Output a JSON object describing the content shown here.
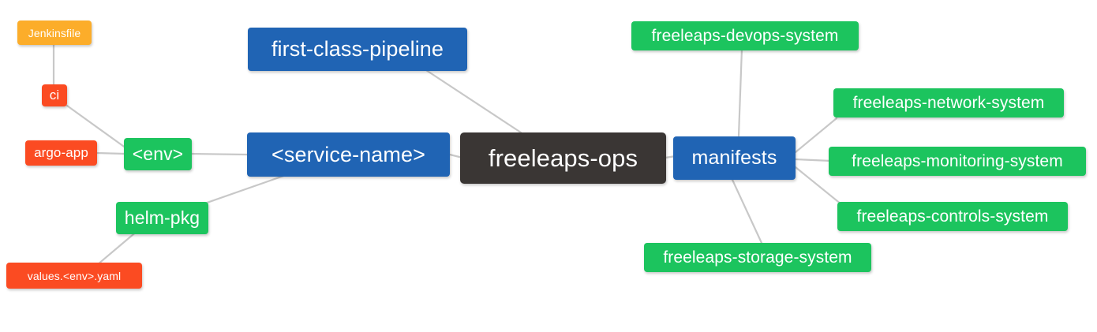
{
  "diagram": {
    "type": "mind-map",
    "title": "freeleaps-ops",
    "background": "#ffffff",
    "edge_color": "#c8c8c8",
    "palette": {
      "root": "#3a3634",
      "blue": "#2064b4",
      "green": "#1cc45e",
      "red": "#fb4b22",
      "orange": "#fcad2a"
    }
  },
  "nodes": {
    "root": {
      "label": "freeleaps-ops",
      "color": "#3a3634"
    },
    "first_class_pipeline": {
      "label": "first-class-pipeline",
      "color": "#2064b4"
    },
    "service_name": {
      "label": "<service-name>",
      "color": "#2064b4"
    },
    "manifests": {
      "label": "manifests",
      "color": "#2064b4"
    },
    "env": {
      "label": "<env>",
      "color": "#1cc45e"
    },
    "helm_pkg": {
      "label": "helm-pkg",
      "color": "#1cc45e"
    },
    "jenkinsfile": {
      "label": "Jenkinsfile",
      "color": "#fcad2a"
    },
    "ci": {
      "label": "ci",
      "color": "#fb4b22"
    },
    "argo_app": {
      "label": "argo-app",
      "color": "#fb4b22"
    },
    "values_yaml": {
      "label": "values.<env>.yaml",
      "color": "#fb4b22"
    },
    "devops_system": {
      "label": "freeleaps-devops-system",
      "color": "#1cc45e"
    },
    "network_system": {
      "label": "freeleaps-network-system",
      "color": "#1cc45e"
    },
    "monitoring_system": {
      "label": "freeleaps-monitoring-system",
      "color": "#1cc45e"
    },
    "controls_system": {
      "label": "freeleaps-controls-system",
      "color": "#1cc45e"
    },
    "storage_system": {
      "label": "freeleaps-storage-system",
      "color": "#1cc45e"
    }
  },
  "edges": [
    {
      "from": "root",
      "to": "first_class_pipeline"
    },
    {
      "from": "root",
      "to": "service_name"
    },
    {
      "from": "root",
      "to": "manifests"
    },
    {
      "from": "service_name",
      "to": "env"
    },
    {
      "from": "service_name",
      "to": "helm_pkg"
    },
    {
      "from": "env",
      "to": "ci"
    },
    {
      "from": "env",
      "to": "argo_app"
    },
    {
      "from": "ci",
      "to": "jenkinsfile"
    },
    {
      "from": "helm_pkg",
      "to": "values_yaml"
    },
    {
      "from": "manifests",
      "to": "devops_system"
    },
    {
      "from": "manifests",
      "to": "network_system"
    },
    {
      "from": "manifests",
      "to": "monitoring_system"
    },
    {
      "from": "manifests",
      "to": "controls_system"
    },
    {
      "from": "manifests",
      "to": "storage_system"
    }
  ]
}
